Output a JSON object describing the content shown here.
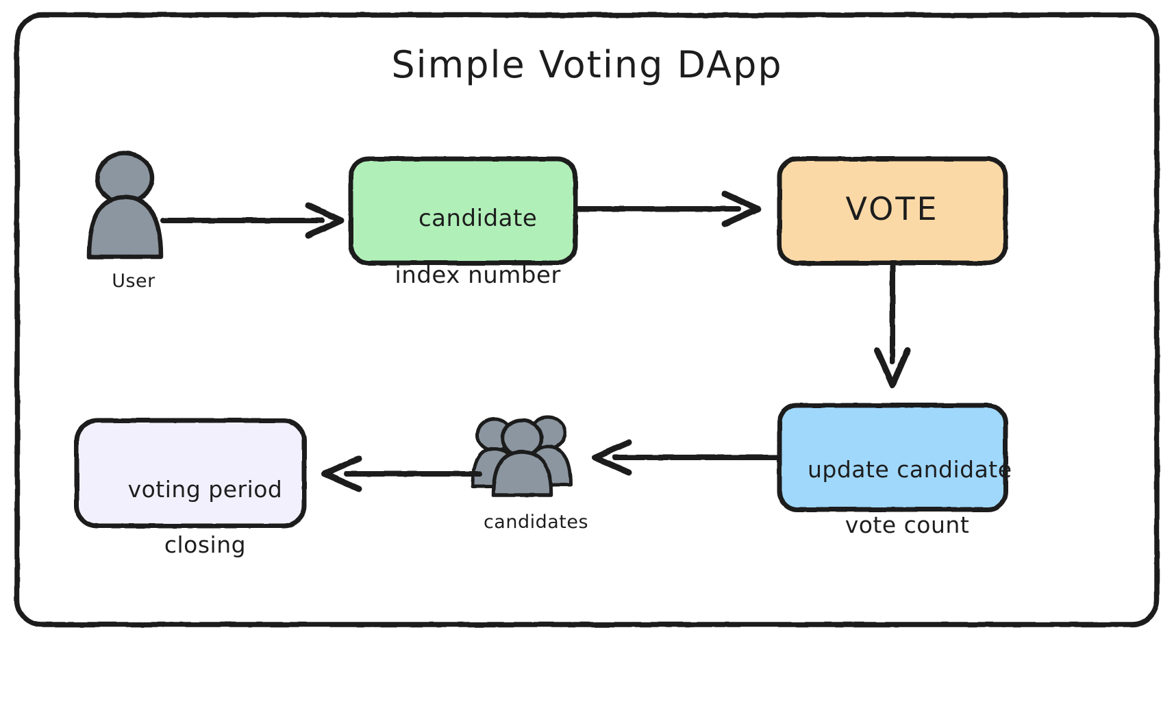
{
  "diagram": {
    "title": "Simple Voting DApp",
    "frame": {
      "name": "outer-frame",
      "stroke": "#1d1d1d",
      "fill": "#ffffff",
      "stroke_width": 7,
      "corner_radius": 34
    },
    "nodes": [
      {
        "id": "user",
        "type": "actor-icon",
        "label": "User",
        "icon": "person-icon",
        "fill": "#8c96a0",
        "stroke": "#1d1d1d"
      },
      {
        "id": "candidate-index",
        "type": "process-box",
        "label": "candidate\nindex number",
        "line1": "candidate",
        "line2": "index number",
        "fill": "#b1efb8",
        "stroke": "#1d1d1d"
      },
      {
        "id": "vote",
        "type": "process-box",
        "label": "VOTE",
        "fill": "#fbd9a6",
        "stroke": "#1d1d1d"
      },
      {
        "id": "update-count",
        "type": "process-box",
        "label": "update candidate\nvote count",
        "line1": "update candidate",
        "line2": "vote count",
        "fill": "#a0d8fb",
        "stroke": "#1d1d1d"
      },
      {
        "id": "candidates",
        "type": "actor-icon",
        "label": "candidates",
        "icon": "people-group-icon",
        "fill": "#8c96a0",
        "stroke": "#1d1d1d"
      },
      {
        "id": "voting-period-closing",
        "type": "process-box",
        "label": "voting period\nclosing",
        "line1": "voting period",
        "line2": "closing",
        "fill": "#f2f0fc",
        "stroke": "#1d1d1d"
      }
    ],
    "edges": [
      {
        "id": "edge-user-to-candidate",
        "from": "user",
        "to": "candidate-index",
        "direction": "right",
        "label": ""
      },
      {
        "id": "edge-candidate-to-vote",
        "from": "candidate-index",
        "to": "vote",
        "direction": "right",
        "label": ""
      },
      {
        "id": "edge-vote-to-update",
        "from": "vote",
        "to": "update-count",
        "direction": "down",
        "label": ""
      },
      {
        "id": "edge-update-to-candidates",
        "from": "update-count",
        "to": "candidates",
        "direction": "left",
        "label": ""
      },
      {
        "id": "edge-candidates-to-closing",
        "from": "candidates",
        "to": "voting-period-closing",
        "direction": "left",
        "label": ""
      }
    ]
  }
}
